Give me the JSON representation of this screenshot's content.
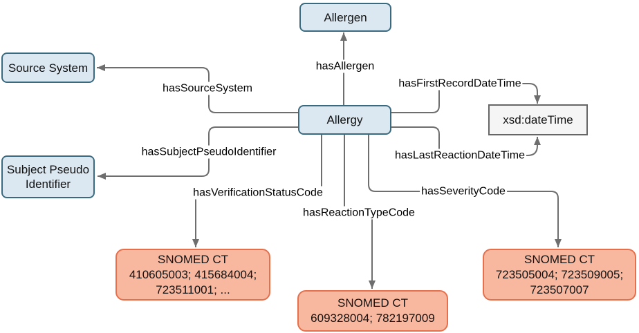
{
  "diagram": {
    "background_color": "#ffffff",
    "colors": {
      "class_fill": "#dbe8f1",
      "class_stroke": "#3a6a80",
      "datatype_fill": "#f5f5f5",
      "datatype_stroke": "#666666",
      "code_list_fill": "#f8b79f",
      "code_list_stroke": "#e6704c",
      "edge_stroke": "#6e6e6e",
      "label_text": "#000000",
      "label_background": "#ffffff"
    },
    "nodes": {
      "allergen": {
        "type": "class",
        "label": "Allergen"
      },
      "source_system": {
        "type": "class",
        "label": "Source System"
      },
      "allergy": {
        "type": "class",
        "label": "Allergy"
      },
      "xsd_datetime": {
        "type": "datatype",
        "label": "xsd:dateTime"
      },
      "subject_pseudo_identifier": {
        "type": "class",
        "lines": [
          "Subject Pseudo",
          "Identifier"
        ]
      },
      "snomed_verification_status": {
        "type": "code-list",
        "lines": [
          "SNOMED CT",
          "410605003; 415684004;",
          "723511001; ..."
        ]
      },
      "snomed_reaction_type": {
        "type": "code-list",
        "lines": [
          "SNOMED CT",
          "609328004; 782197009"
        ]
      },
      "snomed_severity": {
        "type": "code-list",
        "lines": [
          "SNOMED CT",
          "723505004; 723509005;",
          "723507007"
        ]
      }
    },
    "edges": {
      "hasAllergen": {
        "label": "hasAllergen",
        "from": "Allergy",
        "to": "Allergen"
      },
      "hasSourceSystem": {
        "label": "hasSourceSystem",
        "from": "Allergy",
        "to": "Source System"
      },
      "hasSubjectPseudoIdentifier": {
        "label": "hasSubjectPseudoIdentifier",
        "from": "Allergy",
        "to": "Subject Pseudo Identifier"
      },
      "hasFirstRecordDateTime": {
        "label": "hasFirstRecordDateTime",
        "from": "Allergy",
        "to": "xsd:dateTime"
      },
      "hasLastReactionDateTime": {
        "label": "hasLastReactionDateTime",
        "from": "Allergy",
        "to": "xsd:dateTime"
      },
      "hasVerificationStatusCode": {
        "label": "hasVerificationStatusCode",
        "from": "Allergy",
        "to": "SNOMED CT 410605003; 415684004; 723511001; ..."
      },
      "hasReactionTypeCode": {
        "label": "hasReactionTypeCode",
        "from": "Allergy",
        "to": "SNOMED CT 609328004; 782197009"
      },
      "hasSeverityCode": {
        "label": "hasSeverityCode",
        "from": "Allergy",
        "to": "SNOMED CT 723505004; 723509005; 723507007"
      }
    }
  }
}
